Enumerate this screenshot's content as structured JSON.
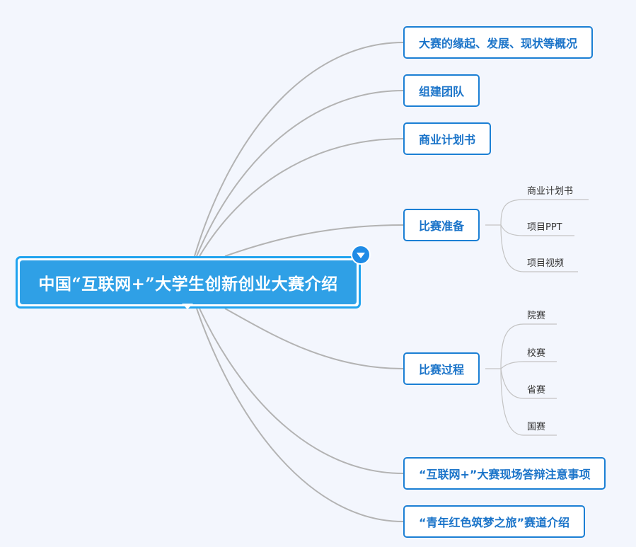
{
  "root": {
    "title": "中国“互联网+”大学生创新创业大赛介绍"
  },
  "branches": [
    {
      "label": "大赛的缘起、发展、现状等概况",
      "children": []
    },
    {
      "label": "组建团队",
      "children": []
    },
    {
      "label": "商业计划书",
      "children": []
    },
    {
      "label": "比赛准备",
      "children": [
        "商业计划书",
        "项目PPT",
        "项目视频"
      ]
    },
    {
      "label": "比赛过程",
      "children": [
        "院赛",
        "校赛",
        "省赛",
        "国赛"
      ]
    },
    {
      "label": "“互联网+”大赛现场答辩注意事项",
      "children": []
    },
    {
      "label": "“青年红色筑梦之旅”赛道介绍",
      "children": []
    }
  ],
  "colors": {
    "background": "#f3f6fd",
    "root_fill": "#2fa0e6",
    "root_border": "#1fa3ef",
    "topic_border": "#1b7fd4",
    "topic_text": "#1b74c9",
    "connector": "#b3b3b3",
    "subtopic_line": "#c4c4c4"
  },
  "icons": {
    "collapse_toggle": "collapse-triangle-icon"
  }
}
